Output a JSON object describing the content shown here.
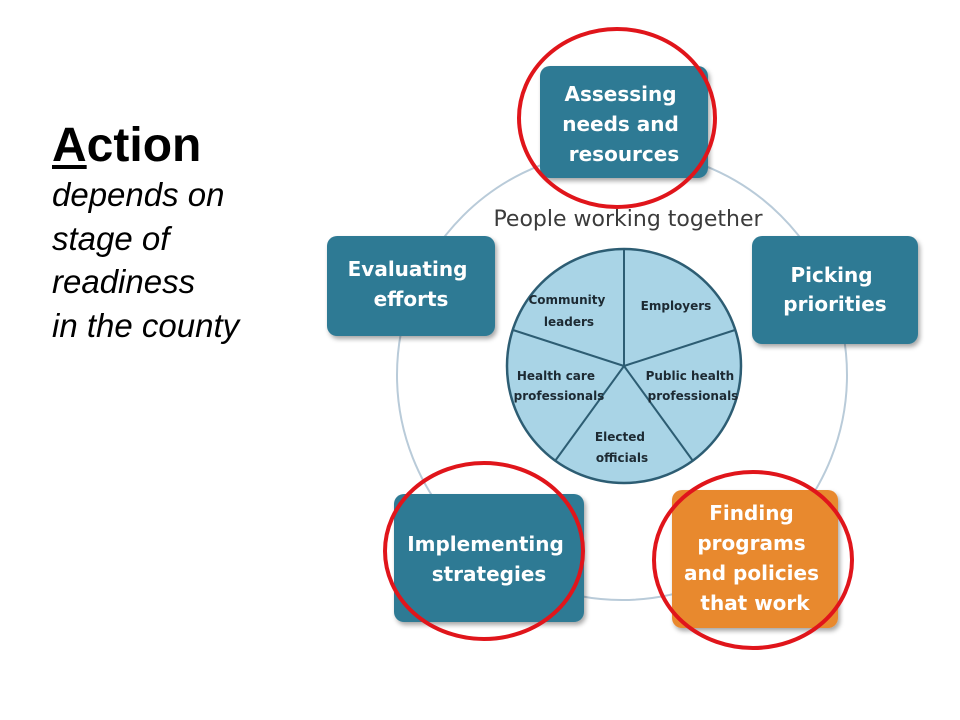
{
  "heading": {
    "first_letter": "A",
    "rest": "ction",
    "lines": [
      "depends on",
      "stage of",
      "readiness",
      "in the county"
    ]
  },
  "diagram": {
    "ring_label": "People working together",
    "boxes": {
      "assessing": [
        "Assessing",
        "needs and",
        "resources"
      ],
      "picking": [
        "Picking",
        "priorities"
      ],
      "finding": [
        "Finding",
        "programs",
        "and policies",
        "that work"
      ],
      "implementing": [
        "Implementing",
        "strategies"
      ],
      "evaluating": [
        "Evaluating",
        "efforts"
      ]
    },
    "wedges": {
      "community": [
        "Community",
        "leaders"
      ],
      "employers": [
        "Employers"
      ],
      "public_health": [
        "Public health",
        "professionals"
      ],
      "elected": [
        "Elected",
        "officials"
      ],
      "health_care": [
        "Health care",
        "professionals"
      ]
    },
    "highlighted": [
      "Assessing needs and resources",
      "Implementing strategies",
      "Finding programs and policies that work"
    ],
    "colors": {
      "box_teal": "#2f7a94",
      "box_orange": "#e8892e",
      "pie_fill": "#a9d4e6",
      "highlight_ring": "#e0151b"
    }
  }
}
